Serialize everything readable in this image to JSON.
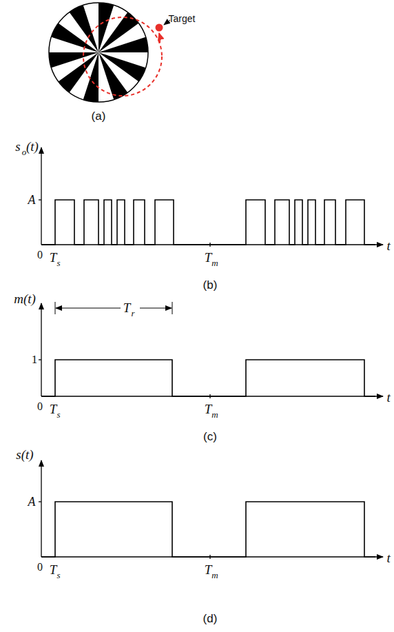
{
  "diagram": {
    "labels": [
      "Target",
      "(a)",
      "s",
      "o",
      "(t)",
      "A",
      "0",
      "T",
      "s",
      "T",
      "m",
      "t",
      "(b)",
      "m(t)",
      "1",
      "0",
      "T",
      "s",
      "T",
      "m",
      "T",
      "r",
      "t",
      "(c)",
      "s(t)",
      "A",
      "0",
      "T",
      "s",
      "T",
      "m",
      "t",
      "(d)"
    ]
  }
}
